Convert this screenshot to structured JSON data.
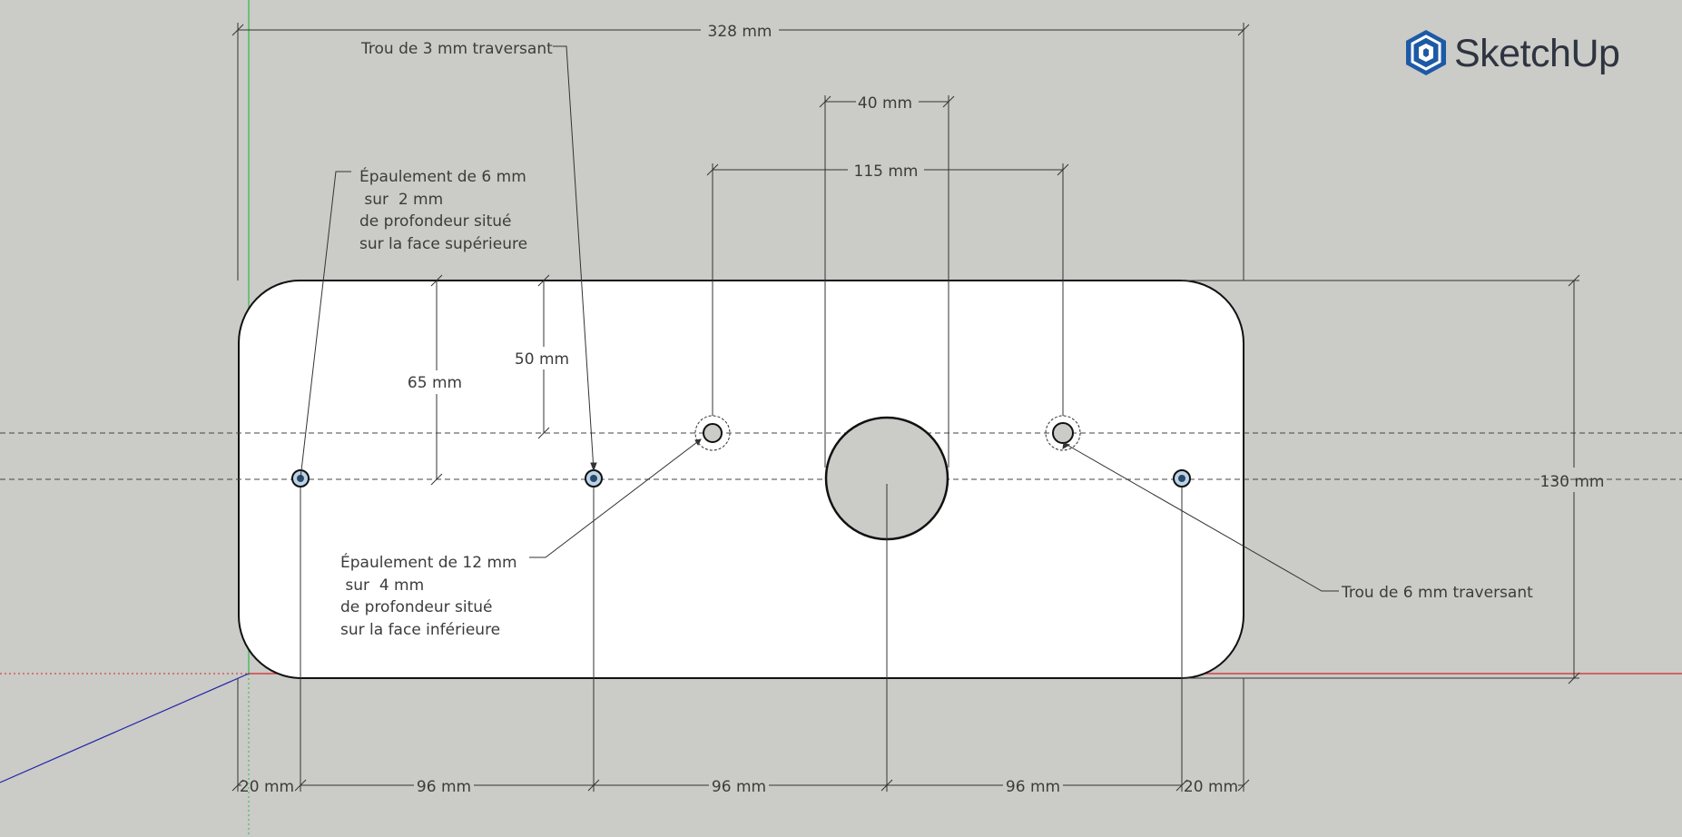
{
  "app": {
    "brand": "SketchUp",
    "logo_icon": "sketchup-logo-icon"
  },
  "dimensions": {
    "overall_width": "328 mm",
    "center_gap": "40 mm",
    "mid_holes_spacing": "115 mm",
    "height_65": "65 mm",
    "height_50": "50 mm",
    "overall_height": "130 mm",
    "bottom_left_edge": "20 mm",
    "bottom_span_1": "96 mm",
    "bottom_span_2": "96 mm",
    "bottom_span_3": "96 mm",
    "bottom_right_edge": "20 mm"
  },
  "labels": {
    "through_hole_3": "Trou de 3 mm traversant",
    "shoulder_6": [
      "Épaulement de 6 mm",
      " sur  2 mm",
      "de profondeur situé",
      "sur la face supérieure"
    ],
    "shoulder_12": [
      "Épaulement de 12 mm",
      " sur  4 mm",
      "de profondeur situé",
      "sur la face inférieure"
    ],
    "through_hole_6": "Trou de 6 mm traversant"
  },
  "colors": {
    "background": "#cbcbc7",
    "x_axis": "#d0262c",
    "y_axis": "#2fb84a",
    "z_axis": "#2024a8",
    "brand_blue": "#1d5aa6"
  }
}
